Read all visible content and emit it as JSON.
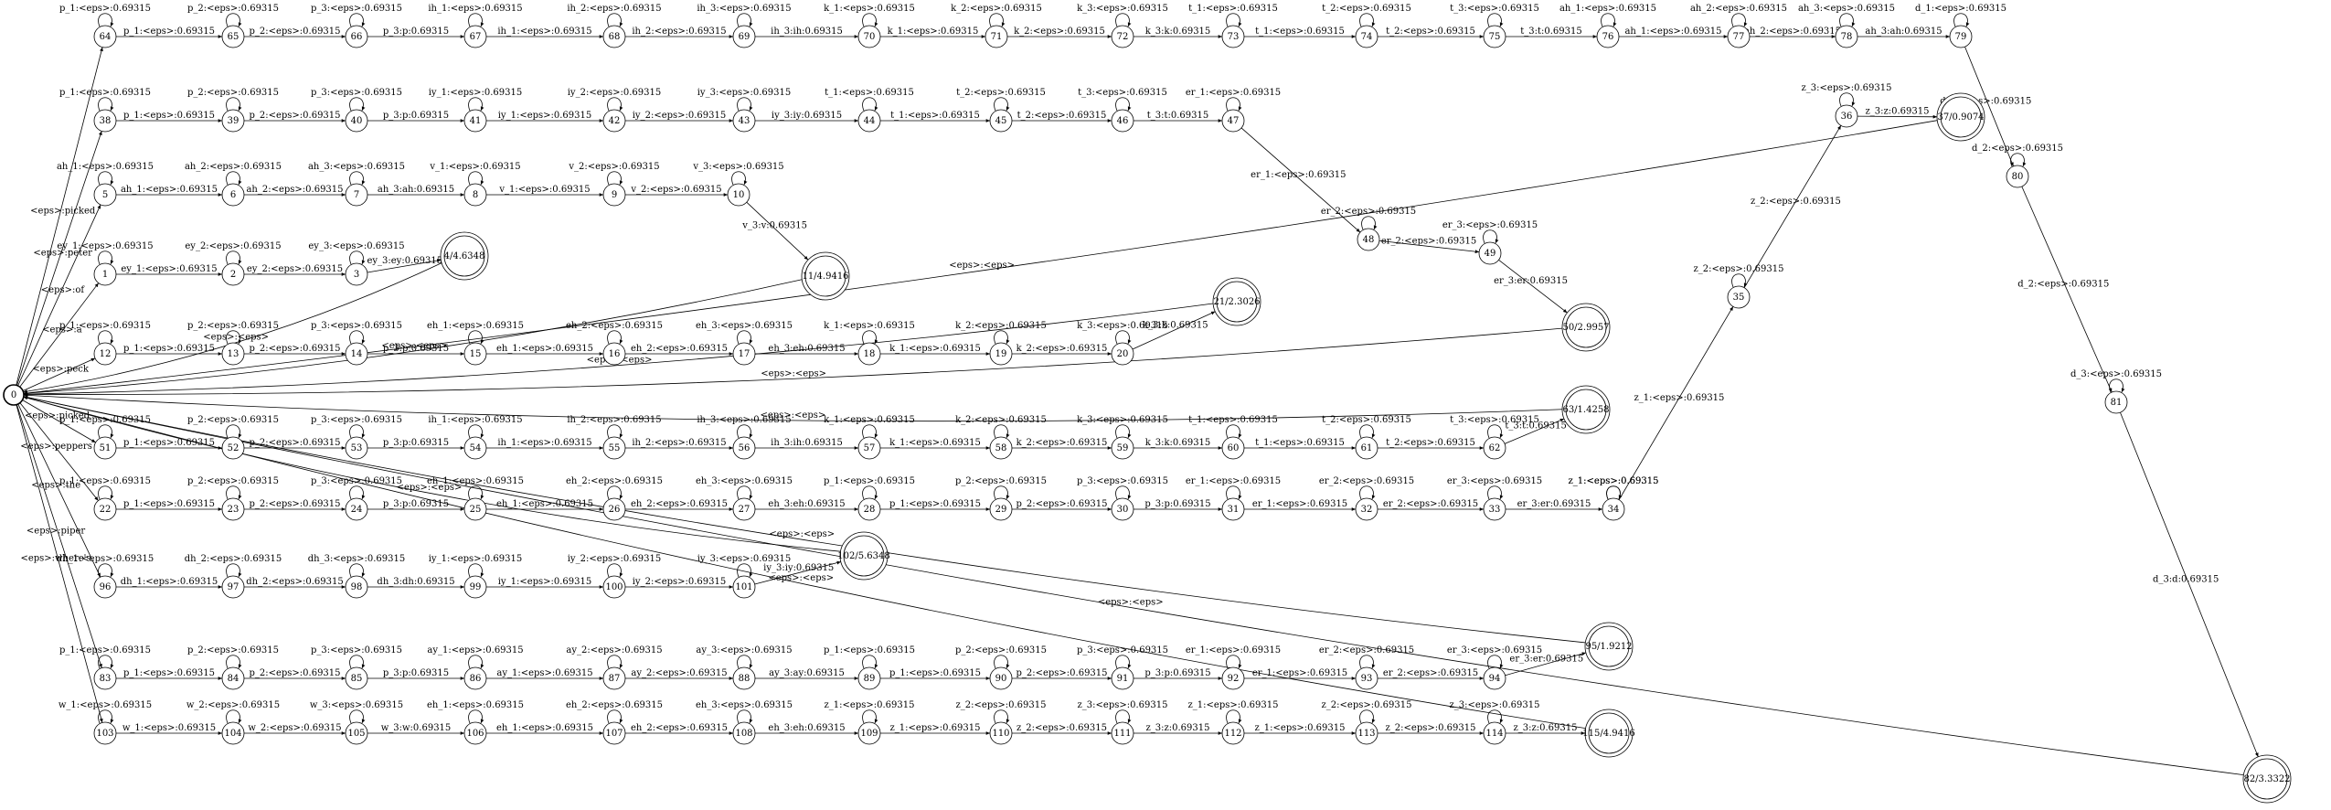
{
  "states": [
    {
      "id": "0",
      "final": false
    },
    {
      "id": "1"
    },
    {
      "id": "2"
    },
    {
      "id": "3"
    },
    {
      "id": "4",
      "final": true,
      "w": "4.6348"
    },
    {
      "id": "5"
    },
    {
      "id": "6"
    },
    {
      "id": "7"
    },
    {
      "id": "8"
    },
    {
      "id": "9"
    },
    {
      "id": "10"
    },
    {
      "id": "11",
      "final": true,
      "w": "4.9416"
    },
    {
      "id": "12"
    },
    {
      "id": "13"
    },
    {
      "id": "14"
    },
    {
      "id": "15"
    },
    {
      "id": "16"
    },
    {
      "id": "17"
    },
    {
      "id": "18"
    },
    {
      "id": "19"
    },
    {
      "id": "20"
    },
    {
      "id": "21",
      "final": true,
      "w": "2.3026"
    },
    {
      "id": "22"
    },
    {
      "id": "23"
    },
    {
      "id": "24"
    },
    {
      "id": "25"
    },
    {
      "id": "26"
    },
    {
      "id": "27"
    },
    {
      "id": "28"
    },
    {
      "id": "29"
    },
    {
      "id": "30"
    },
    {
      "id": "31"
    },
    {
      "id": "32"
    },
    {
      "id": "33"
    },
    {
      "id": "34"
    },
    {
      "id": "35"
    },
    {
      "id": "36"
    },
    {
      "id": "37",
      "final": true,
      "w": "0.9074"
    },
    {
      "id": "38"
    },
    {
      "id": "39"
    },
    {
      "id": "40"
    },
    {
      "id": "41"
    },
    {
      "id": "42"
    },
    {
      "id": "43"
    },
    {
      "id": "44"
    },
    {
      "id": "45"
    },
    {
      "id": "46"
    },
    {
      "id": "47"
    },
    {
      "id": "48"
    },
    {
      "id": "49"
    },
    {
      "id": "50",
      "final": true,
      "w": "2.9957"
    },
    {
      "id": "51"
    },
    {
      "id": "52"
    },
    {
      "id": "53"
    },
    {
      "id": "54"
    },
    {
      "id": "55"
    },
    {
      "id": "56"
    },
    {
      "id": "57"
    },
    {
      "id": "58"
    },
    {
      "id": "59"
    },
    {
      "id": "60"
    },
    {
      "id": "61"
    },
    {
      "id": "62"
    },
    {
      "id": "63",
      "final": true,
      "w": "1.4258"
    },
    {
      "id": "64"
    },
    {
      "id": "65"
    },
    {
      "id": "66"
    },
    {
      "id": "67"
    },
    {
      "id": "68"
    },
    {
      "id": "69"
    },
    {
      "id": "70"
    },
    {
      "id": "71"
    },
    {
      "id": "72"
    },
    {
      "id": "73"
    },
    {
      "id": "74"
    },
    {
      "id": "75"
    },
    {
      "id": "76"
    },
    {
      "id": "77"
    },
    {
      "id": "78"
    },
    {
      "id": "79"
    },
    {
      "id": "80"
    },
    {
      "id": "81"
    },
    {
      "id": "82",
      "final": true,
      "w": "3.3322"
    },
    {
      "id": "83"
    },
    {
      "id": "84"
    },
    {
      "id": "85"
    },
    {
      "id": "86"
    },
    {
      "id": "87"
    },
    {
      "id": "88"
    },
    {
      "id": "89"
    },
    {
      "id": "90"
    },
    {
      "id": "91"
    },
    {
      "id": "92"
    },
    {
      "id": "93"
    },
    {
      "id": "94"
    },
    {
      "id": "95",
      "final": true,
      "w": "1.9212"
    },
    {
      "id": "96"
    },
    {
      "id": "97"
    },
    {
      "id": "98"
    },
    {
      "id": "99"
    },
    {
      "id": "100"
    },
    {
      "id": "101"
    },
    {
      "id": "102",
      "final": true,
      "w": "5.6348"
    },
    {
      "id": "103"
    },
    {
      "id": "104"
    },
    {
      "id": "105"
    },
    {
      "id": "106"
    },
    {
      "id": "107"
    },
    {
      "id": "108"
    },
    {
      "id": "109"
    },
    {
      "id": "110"
    },
    {
      "id": "111"
    },
    {
      "id": "112"
    },
    {
      "id": "113"
    },
    {
      "id": "114"
    },
    {
      "id": "115",
      "final": true,
      "w": "4.9416"
    }
  ],
  "words": [
    "a",
    "of",
    "peck",
    "peppers",
    "peter",
    "picked",
    "piper",
    "the",
    "where's"
  ],
  "chains": [
    {
      "row": 0,
      "label": "<eps>:picked",
      "states": [
        "64",
        "65",
        "66",
        "67",
        "68",
        "69",
        "70",
        "71",
        "72",
        "73",
        "74",
        "75",
        "76",
        "77",
        "78",
        "79"
      ],
      "arcs": [
        [
          "p_1:<eps>:0.69315",
          "p_1:<eps>:0.69315"
        ],
        [
          "p_2:<eps>:0.69315",
          "p_2:<eps>:0.69315"
        ],
        [
          "p_3:<eps>:0.69315",
          "p_3:p:0.69315"
        ],
        [
          "ih_1:<eps>:0.69315",
          "ih_1:<eps>:0.69315"
        ],
        [
          "ih_2:<eps>:0.69315",
          "ih_2:<eps>:0.69315"
        ],
        [
          "ih_3:<eps>:0.69315",
          "ih_3:ih:0.69315"
        ],
        [
          "k_1:<eps>:0.69315",
          "k_1:<eps>:0.69315"
        ],
        [
          "k_2:<eps>:0.69315",
          "k_2:<eps>:0.69315"
        ],
        [
          "k_3:<eps>:0.69315",
          "k_3:k:0.69315"
        ],
        [
          "t_1:<eps>:0.69315",
          "t_1:<eps>:0.69315"
        ],
        [
          "t_2:<eps>:0.69315",
          "t_2:<eps>:0.69315"
        ],
        [
          "t_3:<eps>:0.69315",
          "t_3:t:0.69315"
        ],
        [
          "ah_1:<eps>:0.69315",
          "ah_1:<eps>:0.69315"
        ],
        [
          "ah_2:<eps>:0.69315",
          "ah_2:<eps>:0.69315"
        ],
        [
          "ah_3:<eps>:0.69315",
          "ah_3:ah:0.69315"
        ],
        [
          "d_1:<eps>:0.69315",
          ""
        ]
      ]
    },
    {
      "row": 1,
      "label": "<eps>:peter",
      "states": [
        "38",
        "39",
        "40",
        "41",
        "42",
        "43",
        "44",
        "45",
        "46",
        "47"
      ],
      "arcs": [
        [
          "p_1:<eps>:0.69315",
          "p_1:<eps>:0.69315"
        ],
        [
          "p_2:<eps>:0.69315",
          "p_2:<eps>:0.69315"
        ],
        [
          "p_3:<eps>:0.69315",
          "p_3:p:0.69315"
        ],
        [
          "iy_1:<eps>:0.69315",
          "iy_1:<eps>:0.69315"
        ],
        [
          "iy_2:<eps>:0.69315",
          "iy_2:<eps>:0.69315"
        ],
        [
          "iy_3:<eps>:0.69315",
          "iy_3:iy:0.69315"
        ],
        [
          "t_1:<eps>:0.69315",
          "t_1:<eps>:0.69315"
        ],
        [
          "t_2:<eps>:0.69315",
          "t_2:<eps>:0.69315"
        ],
        [
          "t_3:<eps>:0.69315",
          "t_3:t:0.69315"
        ],
        [
          "er_1:<eps>:0.69315",
          ""
        ]
      ]
    },
    {
      "row": 2,
      "label": "<eps>:of",
      "states": [
        "5",
        "6",
        "7",
        "8",
        "9",
        "10"
      ],
      "arcs": [
        [
          "ah_1:<eps>:0.69315",
          "ah_1:<eps>:0.69315"
        ],
        [
          "ah_2:<eps>:0.69315",
          "ah_2:<eps>:0.69315"
        ],
        [
          "ah_3:<eps>:0.69315",
          "ah_3:ah:0.69315"
        ],
        [
          "v_1:<eps>:0.69315",
          "v_1:<eps>:0.69315"
        ],
        [
          "v_2:<eps>:0.69315",
          "v_2:<eps>:0.69315"
        ],
        [
          "v_3:<eps>:0.69315",
          "v_3:v:0.69315"
        ]
      ]
    },
    {
      "row": 3,
      "label": "<eps>:a",
      "states": [
        "1",
        "2",
        "3"
      ],
      "arcs": [
        [
          "ey_1:<eps>:0.69315",
          "ey_1:<eps>:0.69315"
        ],
        [
          "ey_2:<eps>:0.69315",
          "ey_2:<eps>:0.69315"
        ],
        [
          "ey_3:<eps>:0.69315",
          "ey_3:ey:0.69315"
        ]
      ]
    },
    {
      "row": 4,
      "label": "<eps>:peck",
      "states": [
        "12",
        "13",
        "14",
        "15",
        "16",
        "17",
        "18",
        "19",
        "20"
      ],
      "arcs": [
        [
          "p_1:<eps>:0.69315",
          "p_1:<eps>:0.69315"
        ],
        [
          "p_2:<eps>:0.69315",
          "p_2:<eps>:0.69315"
        ],
        [
          "p_3:<eps>:0.69315",
          "p_3:p:0.69315"
        ],
        [
          "eh_1:<eps>:0.69315",
          "eh_1:<eps>:0.69315"
        ],
        [
          "eh_2:<eps>:0.69315",
          "eh_2:<eps>:0.69315"
        ],
        [
          "eh_3:<eps>:0.69315",
          "eh_3:eh:0.69315"
        ],
        [
          "k_1:<eps>:0.69315",
          "k_1:<eps>:0.69315"
        ],
        [
          "k_2:<eps>:0.69315",
          "k_2:<eps>:0.69315"
        ],
        [
          "k_3:<eps>:0.69315",
          "k_3:k:0.69315"
        ]
      ]
    },
    {
      "row": 5,
      "label": "<eps>:picked",
      "states": [
        "51",
        "52",
        "53",
        "54",
        "55",
        "56",
        "57",
        "58",
        "59",
        "60",
        "61",
        "62"
      ],
      "arcs": [
        [
          "p_1:<eps>:0.69315",
          "p_1:<eps>:0.69315"
        ],
        [
          "p_2:<eps>:0.69315",
          "p_2:<eps>:0.69315"
        ],
        [
          "p_3:<eps>:0.69315",
          "p_3:p:0.69315"
        ],
        [
          "ih_1:<eps>:0.69315",
          "ih_1:<eps>:0.69315"
        ],
        [
          "ih_2:<eps>:0.69315",
          "ih_2:<eps>:0.69315"
        ],
        [
          "ih_3:<eps>:0.69315",
          "ih_3:ih:0.69315"
        ],
        [
          "k_1:<eps>:0.69315",
          "k_1:<eps>:0.69315"
        ],
        [
          "k_2:<eps>:0.69315",
          "k_2:<eps>:0.69315"
        ],
        [
          "k_3:<eps>:0.69315",
          "k_3:k:0.69315"
        ],
        [
          "t_1:<eps>:0.69315",
          "t_1:<eps>:0.69315"
        ],
        [
          "t_2:<eps>:0.69315",
          "t_2:<eps>:0.69315"
        ],
        [
          "t_3:<eps>:0.69315",
          "t_3:t:0.69315"
        ]
      ]
    },
    {
      "row": 6,
      "label": "<eps>:peppers",
      "states": [
        "22",
        "23",
        "24",
        "25",
        "26",
        "27",
        "28",
        "29",
        "30",
        "31",
        "32",
        "33",
        "34"
      ],
      "arcs": [
        [
          "p_1:<eps>:0.69315",
          "p_1:<eps>:0.69315"
        ],
        [
          "p_2:<eps>:0.69315",
          "p_2:<eps>:0.69315"
        ],
        [
          "p_3:<eps>:0.69315",
          "p_3:p:0.69315"
        ],
        [
          "eh_1:<eps>:0.69315",
          "eh_1:<eps>:0.69315"
        ],
        [
          "eh_2:<eps>:0.69315",
          "eh_2:<eps>:0.69315"
        ],
        [
          "eh_3:<eps>:0.69315",
          "eh_3:eh:0.69315"
        ],
        [
          "p_1:<eps>:0.69315",
          "p_1:<eps>:0.69315"
        ],
        [
          "p_2:<eps>:0.69315",
          "p_2:<eps>:0.69315"
        ],
        [
          "p_3:<eps>:0.69315",
          "p_3:p:0.69315"
        ],
        [
          "er_1:<eps>:0.69315",
          "er_1:<eps>:0.69315"
        ],
        [
          "er_2:<eps>:0.69315",
          "er_2:<eps>:0.69315"
        ],
        [
          "er_3:<eps>:0.69315",
          "er_3:er:0.69315"
        ],
        [
          "z_1:<eps>:0.69315",
          ""
        ]
      ]
    },
    {
      "row": 7,
      "label": "<eps>:the",
      "states": [
        "96",
        "97",
        "98",
        "99",
        "100",
        "101"
      ],
      "arcs": [
        [
          "dh_1:<eps>:0.69315",
          "dh_1:<eps>:0.69315"
        ],
        [
          "dh_2:<eps>:0.69315",
          "dh_2:<eps>:0.69315"
        ],
        [
          "dh_3:<eps>:0.69315",
          "dh_3:dh:0.69315"
        ],
        [
          "iy_1:<eps>:0.69315",
          "iy_1:<eps>:0.69315"
        ],
        [
          "iy_2:<eps>:0.69315",
          "iy_2:<eps>:0.69315"
        ],
        [
          "iy_3:<eps>:0.69315",
          "iy_3:iy:0.69315"
        ]
      ]
    },
    {
      "row": 8,
      "label": "<eps>:piper",
      "states": [
        "83",
        "84",
        "85",
        "86",
        "87",
        "88",
        "89",
        "90",
        "91",
        "92",
        "93",
        "94"
      ],
      "arcs": [
        [
          "p_1:<eps>:0.69315",
          "p_1:<eps>:0.69315"
        ],
        [
          "p_2:<eps>:0.69315",
          "p_2:<eps>:0.69315"
        ],
        [
          "p_3:<eps>:0.69315",
          "p_3:p:0.69315"
        ],
        [
          "ay_1:<eps>:0.69315",
          "ay_1:<eps>:0.69315"
        ],
        [
          "ay_2:<eps>:0.69315",
          "ay_2:<eps>:0.69315"
        ],
        [
          "ay_3:<eps>:0.69315",
          "ay_3:ay:0.69315"
        ],
        [
          "p_1:<eps>:0.69315",
          "p_1:<eps>:0.69315"
        ],
        [
          "p_2:<eps>:0.69315",
          "p_2:<eps>:0.69315"
        ],
        [
          "p_3:<eps>:0.69315",
          "p_3:p:0.69315"
        ],
        [
          "er_1:<eps>:0.69315",
          "er_1:<eps>:0.69315"
        ],
        [
          "er_2:<eps>:0.69315",
          "er_2:<eps>:0.69315"
        ],
        [
          "er_3:<eps>:0.69315",
          "er_3:er:0.69315"
        ]
      ]
    },
    {
      "row": 9,
      "label": "<eps>:where's",
      "states": [
        "103",
        "104",
        "105",
        "106",
        "107",
        "108",
        "109",
        "110",
        "111",
        "112",
        "113",
        "114"
      ],
      "arcs": [
        [
          "w_1:<eps>:0.69315",
          "w_1:<eps>:0.69315"
        ],
        [
          "w_2:<eps>:0.69315",
          "w_2:<eps>:0.69315"
        ],
        [
          "w_3:<eps>:0.69315",
          "w_3:w:0.69315"
        ],
        [
          "eh_1:<eps>:0.69315",
          "eh_1:<eps>:0.69315"
        ],
        [
          "eh_2:<eps>:0.69315",
          "eh_2:<eps>:0.69315"
        ],
        [
          "eh_3:<eps>:0.69315",
          "eh_3:eh:0.69315"
        ],
        [
          "z_1:<eps>:0.69315",
          "z_1:<eps>:0.69315"
        ],
        [
          "z_2:<eps>:0.69315",
          "z_2:<eps>:0.69315"
        ],
        [
          "z_3:<eps>:0.69315",
          "z_3:z:0.69315"
        ],
        [
          "z_1:<eps>:0.69315",
          "z_1:<eps>:0.69315"
        ],
        [
          "z_2:<eps>:0.69315",
          "z_2:<eps>:0.69315"
        ],
        [
          "z_3:<eps>:0.69315",
          "z_3:z:0.69315"
        ]
      ]
    }
  ],
  "extra_arcs": [
    {
      "from": "3",
      "to": "4",
      "label": "ey_3:ey:0.69315"
    },
    {
      "from": "10",
      "to": "11",
      "label": "v_3:v:0.69315"
    },
    {
      "from": "20",
      "to": "21",
      "label": "k_3:k:0.69315"
    },
    {
      "from": "47",
      "to": "48",
      "label": "er_1:<eps>:0.69315"
    },
    {
      "from": "48",
      "to": "49",
      "label": "er_2:<eps>:0.69315"
    },
    {
      "from": "49",
      "to": "50",
      "label": "er_3:er:0.69315"
    },
    {
      "from": "62",
      "to": "63",
      "label": "t_3:t:0.69315"
    },
    {
      "from": "34",
      "to": "35",
      "label": "z_1:<eps>:0.69315"
    },
    {
      "from": "35",
      "to": "36",
      "label": "z_2:<eps>:0.69315"
    },
    {
      "from": "36",
      "to": "37",
      "label": "z_3:z:0.69315"
    },
    {
      "from": "79",
      "to": "80",
      "label": "d_1:<eps>:0.69315"
    },
    {
      "from": "80",
      "to": "81",
      "label": "d_2:<eps>:0.69315"
    },
    {
      "from": "81",
      "to": "82",
      "label": "d_3:d:0.69315"
    },
    {
      "from": "101",
      "to": "102",
      "label": "iy_3:iy:0.69315"
    },
    {
      "from": "94",
      "to": "95",
      "label": "er_3:er:0.69315"
    },
    {
      "from": "114",
      "to": "115",
      "label": "z_3:z:0.69315"
    }
  ],
  "extra_loops": [
    {
      "state": "48",
      "label": "er_2:<eps>:0.69315"
    },
    {
      "state": "49",
      "label": "er_3:<eps>:0.69315"
    },
    {
      "state": "34",
      "label": "z_1:<eps>:0.69315"
    },
    {
      "state": "35",
      "label": "z_2:<eps>:0.69315"
    },
    {
      "state": "36",
      "label": "z_3:<eps>:0.69315"
    },
    {
      "state": "80",
      "label": "d_2:<eps>:0.69315"
    },
    {
      "state": "81",
      "label": "d_3:<eps>:0.69315"
    }
  ],
  "return_label": "<eps>:<eps>",
  "returns": [
    "37",
    "11",
    "4",
    "21",
    "50",
    "63",
    "102",
    "95",
    "115",
    "82"
  ]
}
